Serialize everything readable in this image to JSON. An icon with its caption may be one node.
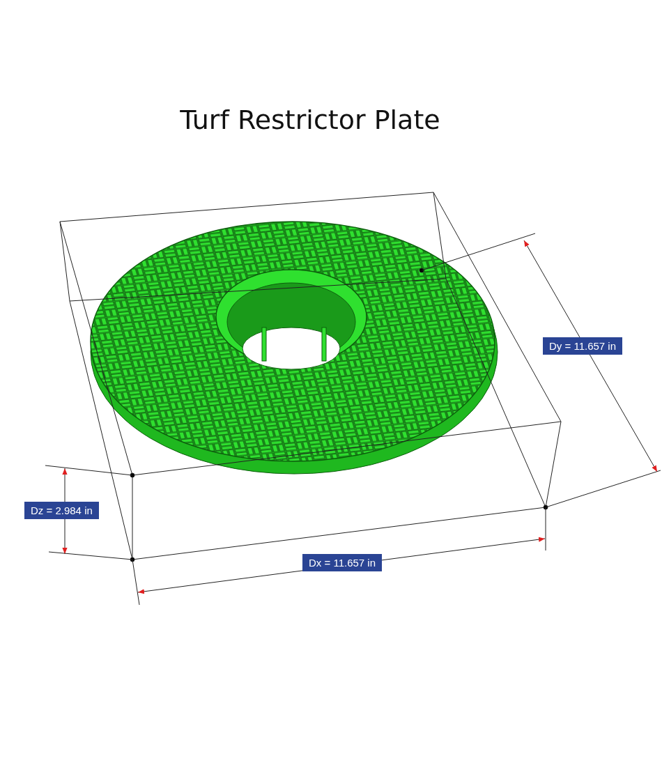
{
  "diagram": {
    "title": "Turf Restrictor Plate",
    "labels": [
      "Dy = 11.657 in",
      "Dz = 2.984 in",
      "Dx = 11.657 in"
    ]
  }
}
